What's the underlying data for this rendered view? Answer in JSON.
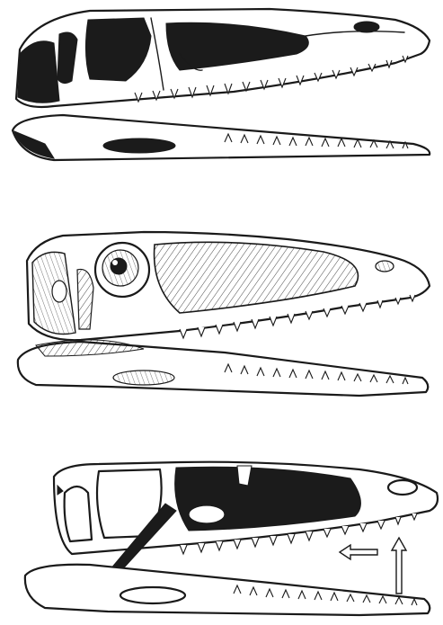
{
  "figure": {
    "panels": [
      {
        "id": "skull-top",
        "style": "black-filled-fenestrae"
      },
      {
        "id": "skull-middle",
        "style": "hatched-with-eye"
      },
      {
        "id": "skull-bottom",
        "style": "black-filled-with-arrows"
      }
    ],
    "colors": {
      "ink": "#1a1a1a",
      "paper": "#ffffff",
      "fill": "#1b1b1b"
    }
  }
}
